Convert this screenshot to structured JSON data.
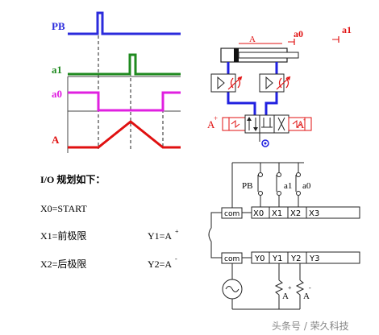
{
  "timing": {
    "signals": [
      {
        "label": "PB",
        "color": "#2b2bdc"
      },
      {
        "label": "a1",
        "color": "#1f8a1f"
      },
      {
        "label": "a0",
        "color": "#e020e0"
      },
      {
        "label": "A",
        "color": "#e01010"
      }
    ]
  },
  "pneumatic": {
    "cylinder_label": "A",
    "pos_a0": "a0",
    "pos_a1": "a1",
    "valve_plus": "A",
    "valve_plus_sign": "+",
    "valve_minus": "A",
    "valve_minus_sign": "-"
  },
  "io": {
    "title": "I/O 规划如下：",
    "rows": [
      {
        "left": "X0=START",
        "right": "",
        "right_sup": ""
      },
      {
        "left": "X1=前极限",
        "right": "Y1=A",
        "right_sup": "+"
      },
      {
        "left": "X2=后极限",
        "right": "Y2=A",
        "right_sup": "-"
      }
    ]
  },
  "plc": {
    "inputs": [
      "X0",
      "X1",
      "X2",
      "X3"
    ],
    "outputs": [
      "Y0",
      "Y1",
      "Y2",
      "Y3"
    ],
    "com_in": "com",
    "com_out": "com",
    "switch_pb": "PB",
    "switch_a1": "a1",
    "switch_a0": "a0",
    "load_plus": "A",
    "load_plus_sign": "+",
    "load_minus": "A",
    "load_minus_sign": "-"
  },
  "watermark": "头条号 / 荣久科技"
}
